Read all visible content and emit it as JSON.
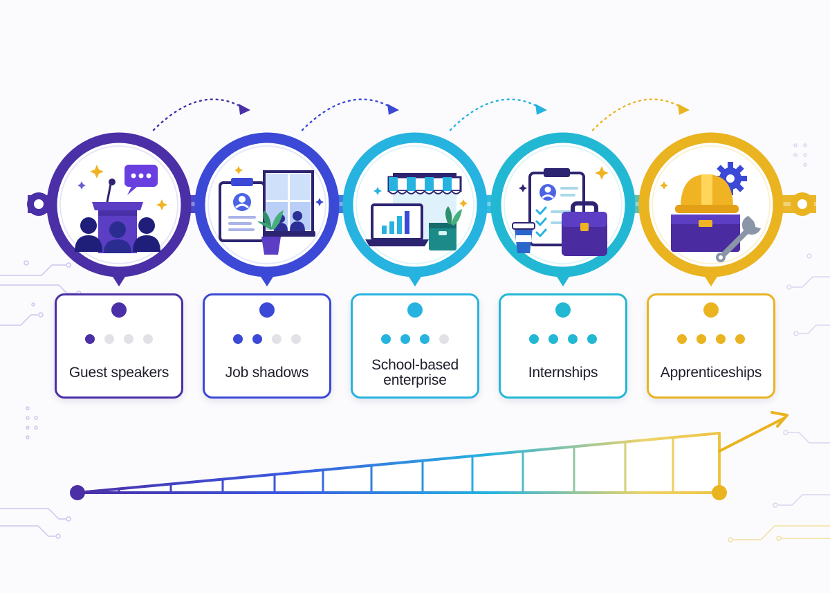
{
  "stages": [
    {
      "label": "Guest speakers",
      "color": "#4b2fa6",
      "level": 1,
      "icon": "podium-audience-icon"
    },
    {
      "label": "Job shadows",
      "color": "#3b49d6",
      "level": 2,
      "icon": "clipboard-window-icon"
    },
    {
      "label": "School-based enterprise",
      "color": "#27b3df",
      "level": 3,
      "icon": "storefront-laptop-icon"
    },
    {
      "label": "Internships",
      "color": "#22b8d4",
      "level": 4,
      "icon": "checklist-briefcase-icon"
    },
    {
      "label": "Apprenticeships",
      "color": "#eab320",
      "level": 4,
      "icon": "hardhat-toolbox-icon"
    }
  ],
  "dot_count": 4,
  "colors": {
    "purple": "#4b2fa6",
    "blue": "#3b49d6",
    "cyan": "#27b3df",
    "teal": "#22b8d4",
    "gold": "#eab320",
    "navy": "#2c2470",
    "inactive_dot": "#e2e2e6"
  }
}
